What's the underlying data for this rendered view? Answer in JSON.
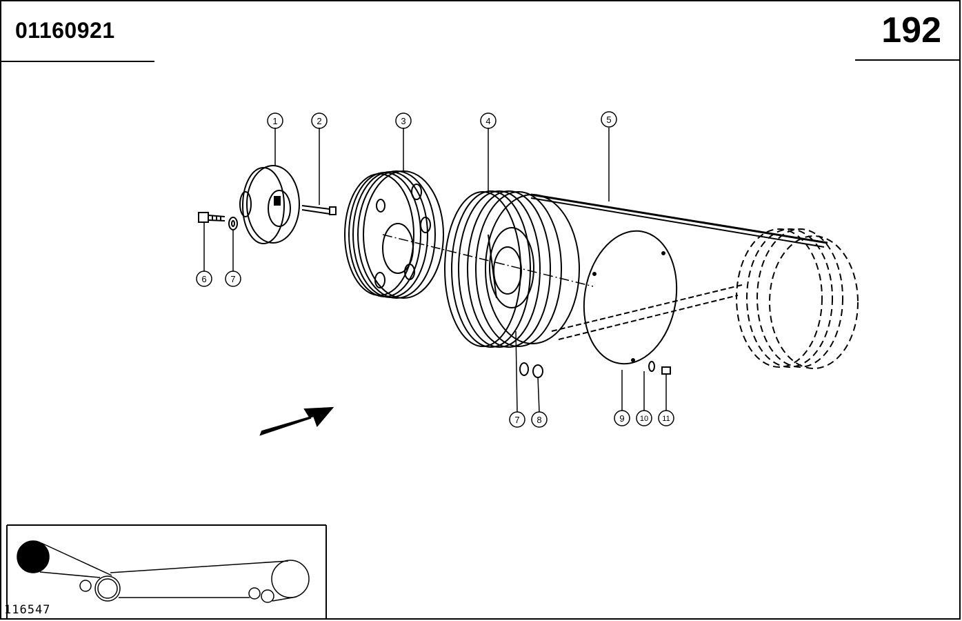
{
  "header": {
    "document_number": "01160921",
    "page_number": "192"
  },
  "callouts": [
    {
      "label": "1"
    },
    {
      "label": "2"
    },
    {
      "label": "3"
    },
    {
      "label": "4"
    },
    {
      "label": "5"
    },
    {
      "label": "6"
    },
    {
      "label": "7"
    },
    {
      "label": "7"
    },
    {
      "label": "8"
    },
    {
      "label": "9"
    },
    {
      "label": "10"
    },
    {
      "label": "11"
    }
  ],
  "inset": {
    "figure_number": "116547"
  }
}
